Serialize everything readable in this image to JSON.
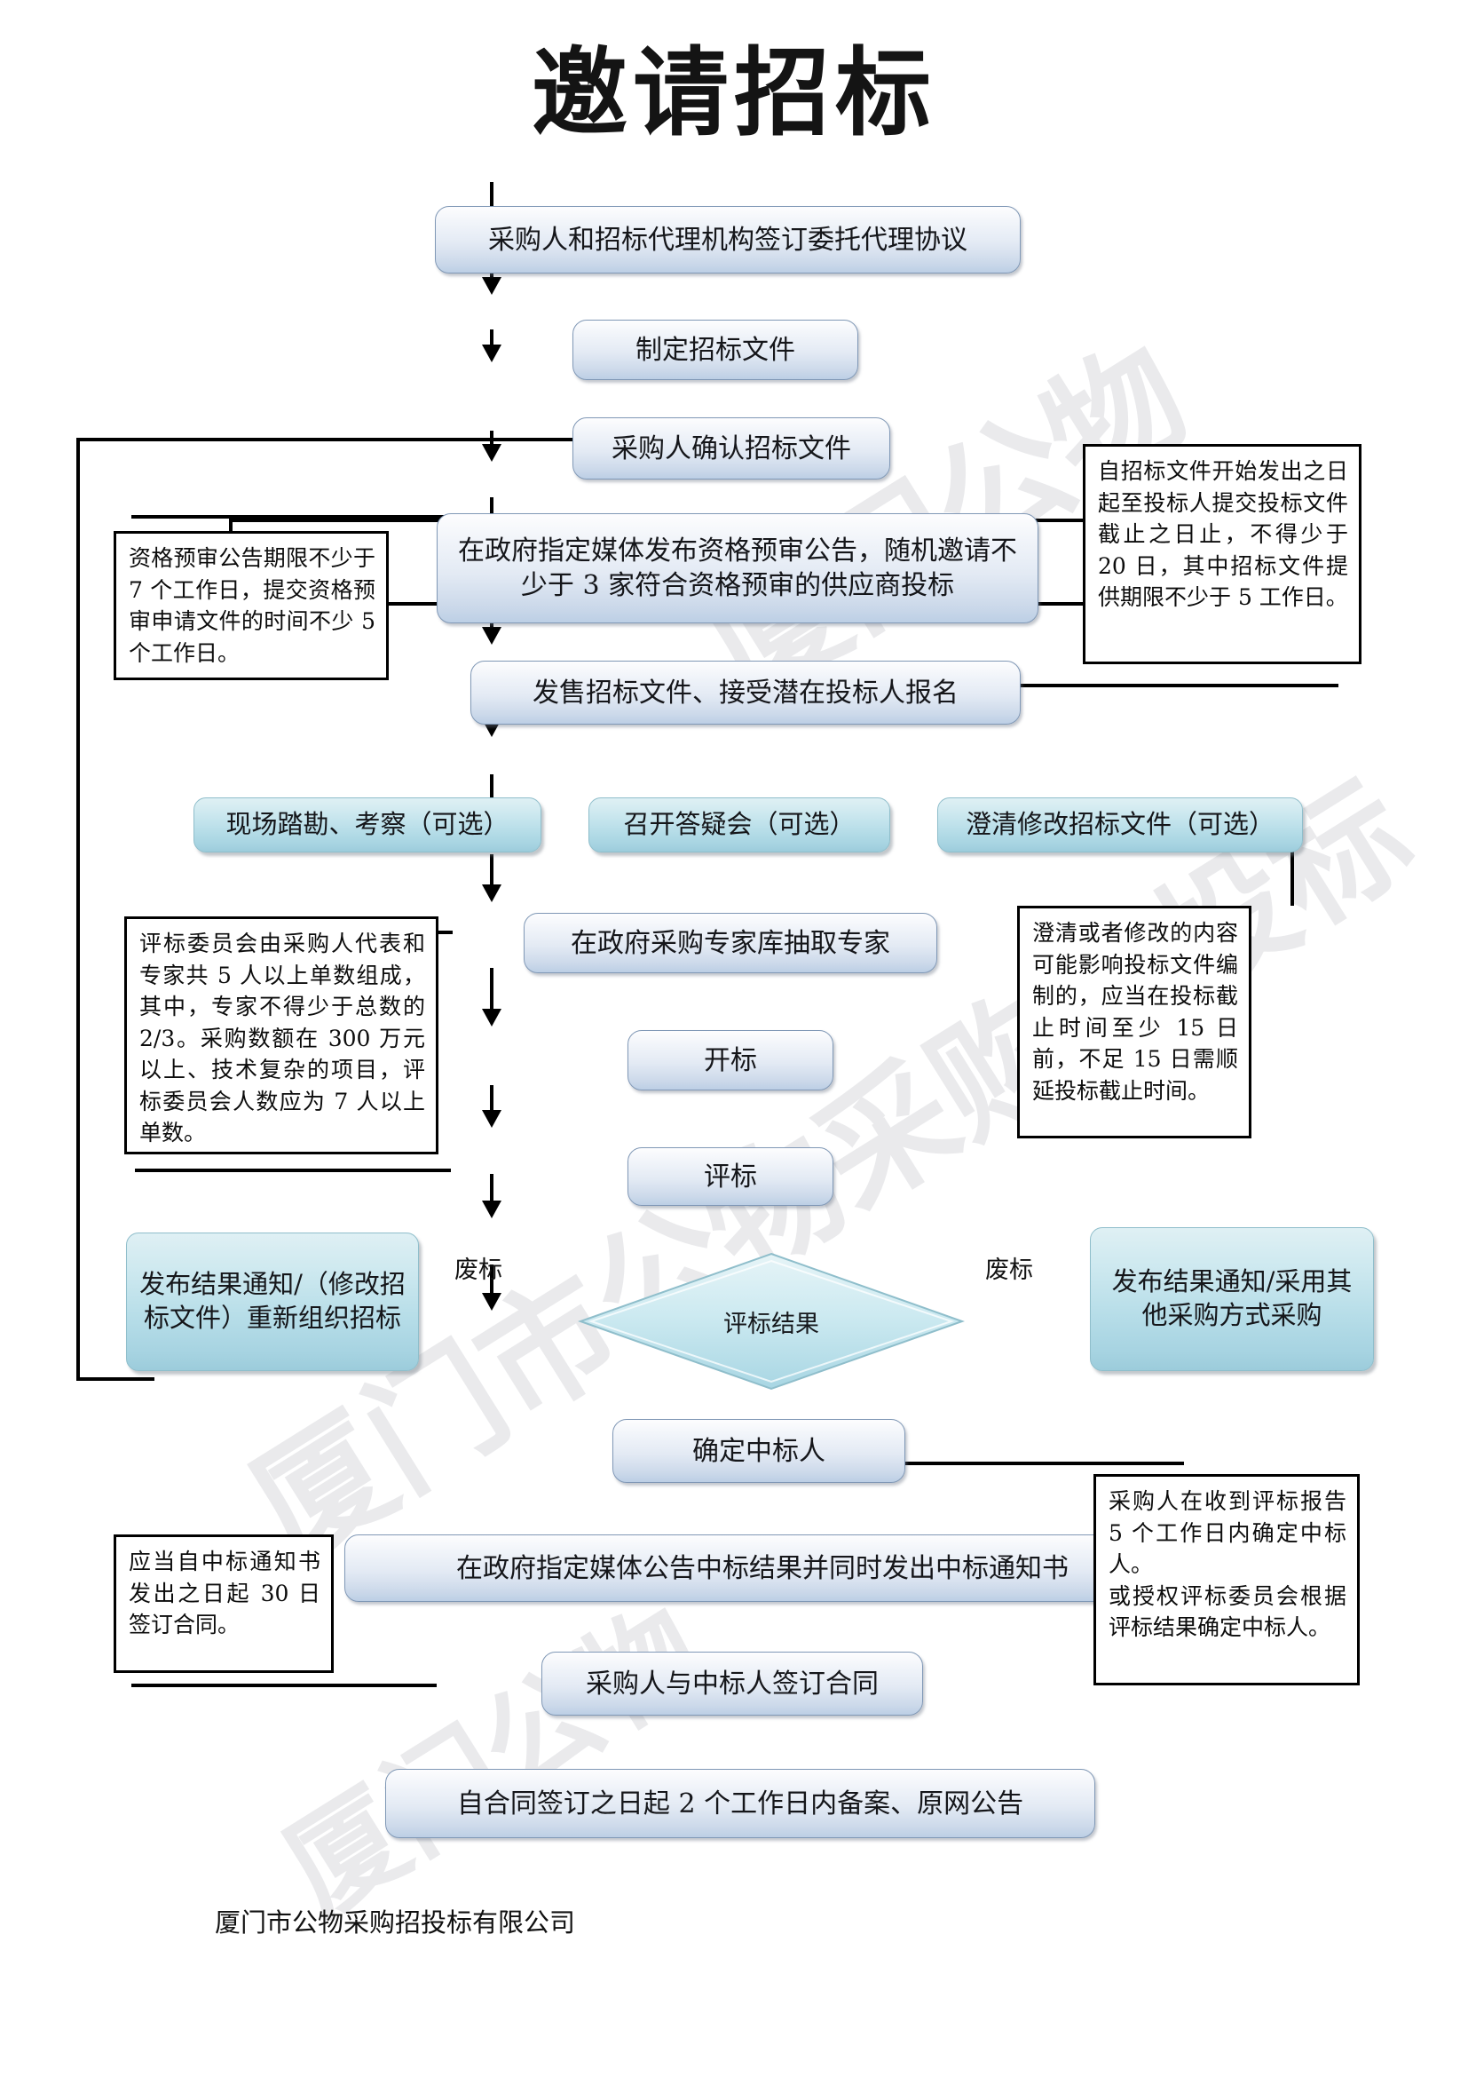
{
  "title": "邀请招标",
  "footer": "厦门市公物采购招投标有限公司",
  "watermarks": [
    "厦门公物",
    "厦门市公物采购招投标",
    "厦门公物"
  ],
  "nodes": {
    "n1": "采购人和招标代理机构签订委托代理协议",
    "n2": "制定招标文件",
    "n3": "采购人确认招标文件",
    "n4": "在政府指定媒体发布资格预审公告，随机邀请不少于 3 家符合资格预审的供应商投标",
    "n5": "发售招标文件、接受潜在投标人报名",
    "n6a": "现场踏勘、考察（可选）",
    "n6b": "召开答疑会（可选）",
    "n6c": "澄清修改招标文件（可选）",
    "n7": "在政府采购专家库抽取专家",
    "n8": "开标",
    "n9": "评标",
    "n10": "评标结果",
    "n11left": "发布结果通知/（修改招标文件）重新组织招标",
    "n11right": "发布结果通知/采用其他采购方式采购",
    "n12": "确定中标人",
    "n13": "在政府指定媒体公告中标结果并同时发出中标通知书",
    "n14": "采购人与中标人签订合同",
    "n15": "自合同签订之日起 2 个工作日内备案、原网公告"
  },
  "edge_labels": {
    "left_reject": "废标",
    "right_reject": "废标"
  },
  "notes": {
    "note_prequal": "资格预审公告期限不少于 7 个工作日，提交资格预审申请文件的时间不少 5 个工作日。",
    "note_bidperiod": "自招标文件开始发出之日起至投标人提交投标文件截止之日止，不得少于 20 日，其中招标文件提供期限不少于 5 工作日。",
    "note_committee": "评标委员会由采购人代表和专家共 5 人以上单数组成，其中，专家不得少于总数的 2/3。采购数额在 300 万元以上、技术复杂的项目，评标委员会人数应为 7 人以上单数。",
    "note_clarify": "澄清或者修改的内容可能影响投标文件编制的，应当在投标截止时间至少 15 日前，不足 15 日需顺延投标截止时间。",
    "note_contract30": "应当自中标通知书发出之日起 30 日签订合同。",
    "note_award5": "采购人在收到评标报告 5 个工作日内确定中标人。\n或授权评标委员会根据评标结果确定中标人。"
  },
  "colors": {
    "box_blue_border": "#8098b6",
    "box_cyan_border": "#8fbecb",
    "line": "#000000",
    "text": "#111111"
  }
}
